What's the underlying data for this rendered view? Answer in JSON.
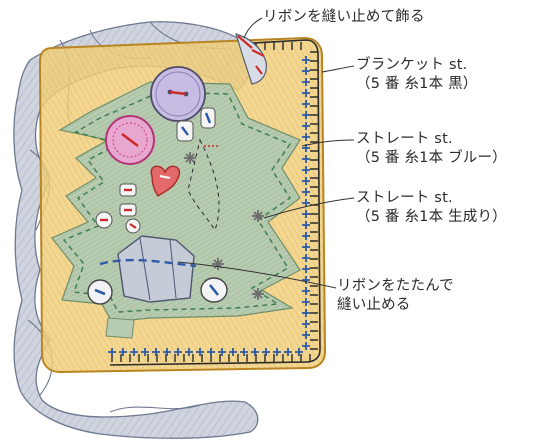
{
  "colors": {
    "felt": "#e6b24a",
    "felt_outline": "#c99632",
    "fabric": "#a9b1c4",
    "tree": "#a8bfa0",
    "tree_dash": "#3f7f4f",
    "blue_stitch": "#2c5aa8",
    "ecru_stitch": "#7d7d7d",
    "red": "#cc2b2b",
    "pink": "#d24b95",
    "lilac": "#b9addb"
  },
  "icons": [
    "button",
    "heart-button",
    "cross-stitch",
    "folded-ribbon",
    "fabric-ribbon"
  ],
  "callouts": {
    "ribbon_top": {
      "line1": "リボンを縫い止めて飾る"
    },
    "blanket": {
      "line1": "ブランケット st.",
      "line2": "（5 番 糸1本 黒）"
    },
    "straight_blue": {
      "line1": "ストレート st.",
      "line2": "（5 番 糸1本 ブルー）"
    },
    "straight_natural": {
      "line1": "ストレート st.",
      "line2": "（5 番 糸1本 生成り）"
    },
    "ribbon_folded": {
      "line1": "リボンをたたんで",
      "line2": "縫い止める"
    }
  }
}
